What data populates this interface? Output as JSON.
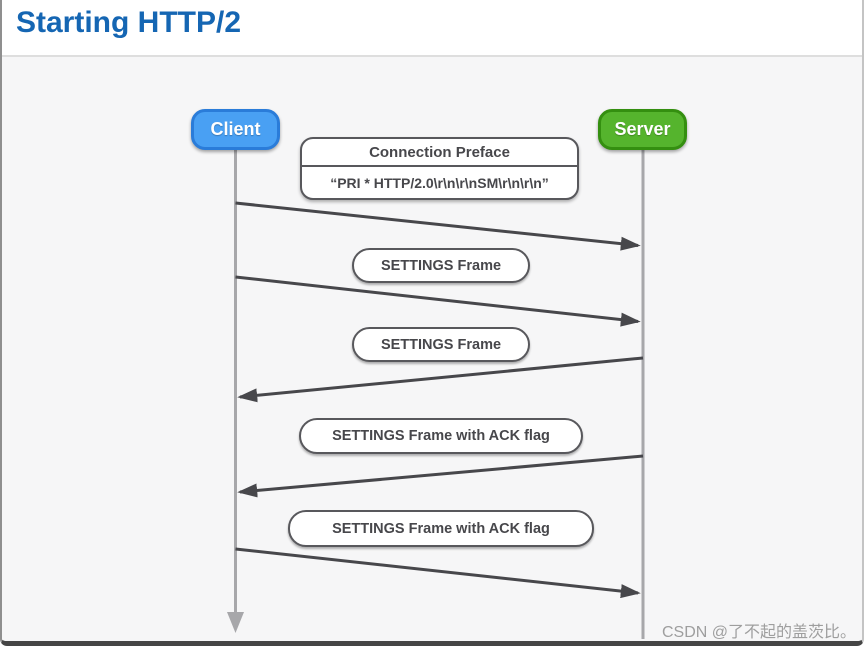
{
  "header": {
    "title": "Starting HTTP/2"
  },
  "diagram": {
    "actors": [
      {
        "id": "client",
        "label": "Client",
        "fill": "#49a0f3",
        "border": "#2a7cd9"
      },
      {
        "id": "server",
        "label": "Server",
        "fill": "#55b42d",
        "border": "#348f10"
      }
    ],
    "preface": {
      "title": "Connection Preface",
      "value": "“PRI * HTTP/2.0\\r\\n\\r\\nSM\\r\\n\\r\\n”"
    },
    "frame_labels": [
      "SETTINGS Frame",
      "SETTINGS Frame",
      "SETTINGS Frame with ACK flag",
      "SETTINGS Frame with ACK flag"
    ],
    "arrows": [
      {
        "from": "client",
        "to": "server"
      },
      {
        "from": "client",
        "to": "server"
      },
      {
        "from": "server",
        "to": "client"
      },
      {
        "from": "server",
        "to": "client"
      },
      {
        "from": "client",
        "to": "server"
      }
    ],
    "colors": {
      "title_blue": "#1566b3",
      "arrow": "#47474b",
      "lifeline": "#a7a7aa",
      "pill_border": "#58585c",
      "panel_background": "#f6f6f7"
    }
  },
  "watermark": "CSDN @了不起的盖茨比。"
}
